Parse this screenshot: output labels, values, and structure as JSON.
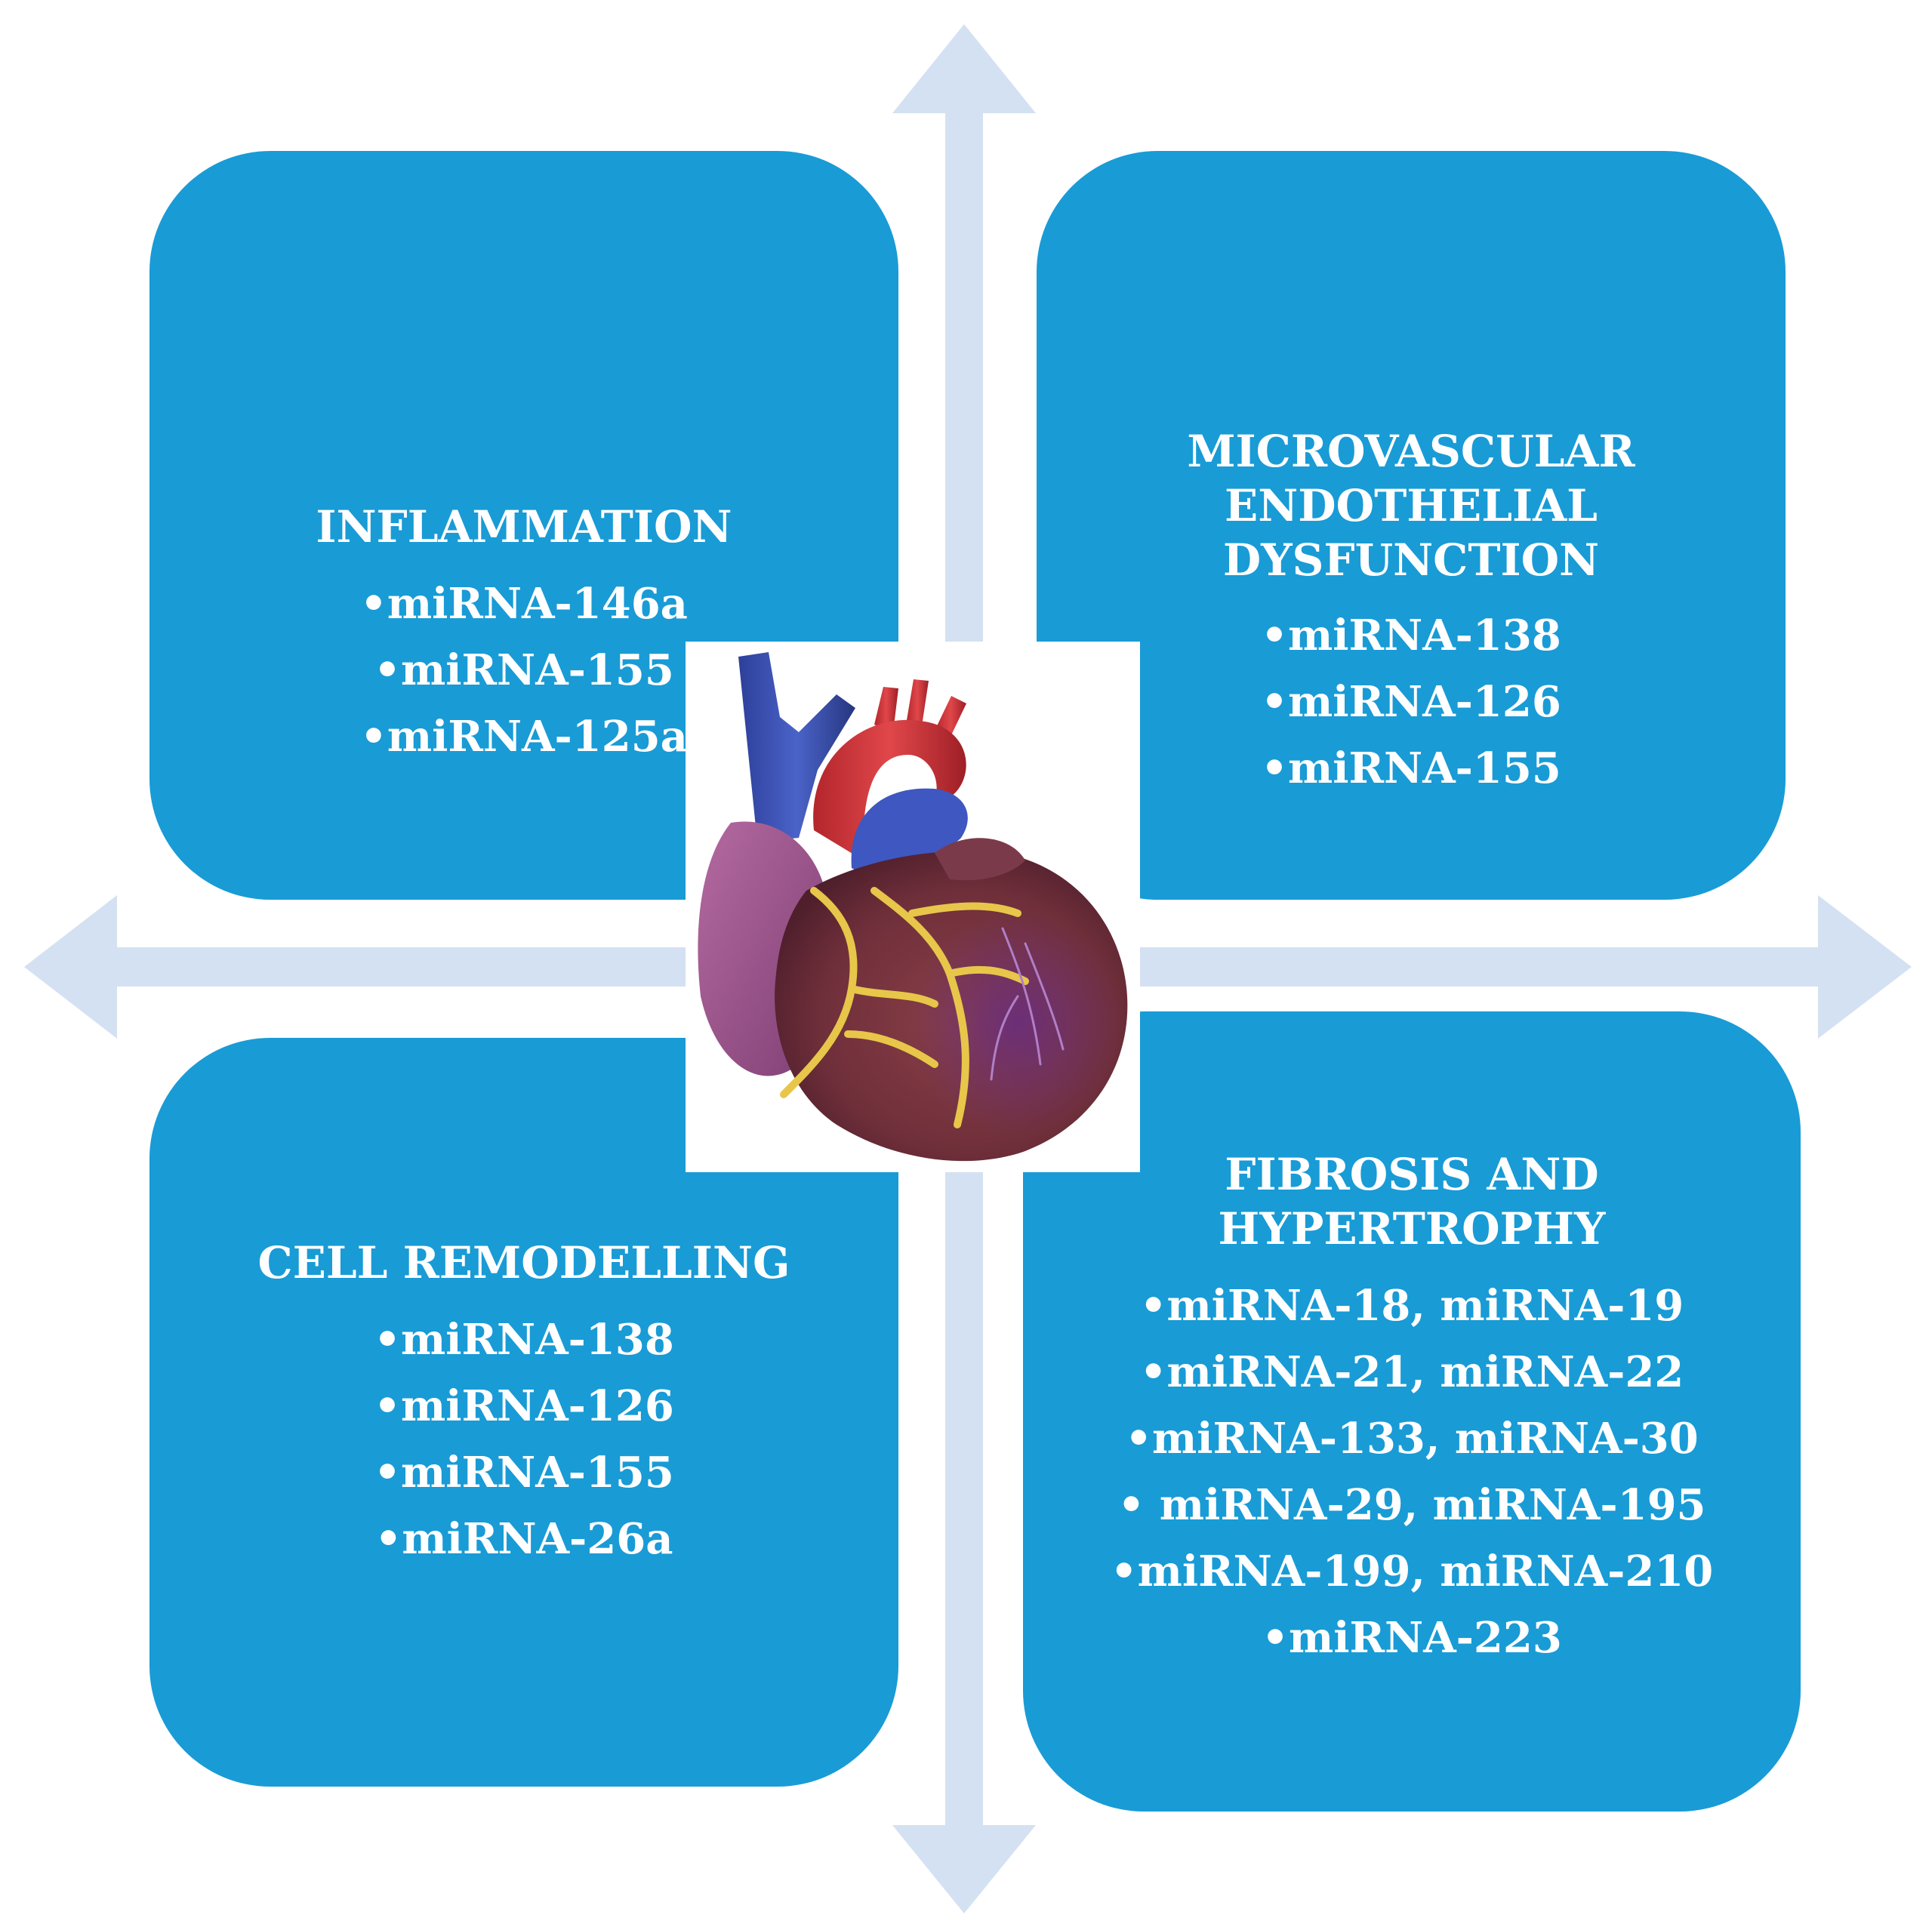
{
  "colors": {
    "box_fill": "#199bd6",
    "arrow_fill": "#d4e1f2",
    "text": "#ffffff"
  },
  "icons": {
    "center_image": "heart-anatomy-icon"
  },
  "boxes": {
    "inflammation": {
      "title": "INFLAMMATION",
      "items": [
        "miRNA-146a",
        "miRNA-155",
        "miRNA-125a"
      ]
    },
    "microvascular": {
      "title_lines": [
        "MICROVASCULAR",
        "ENDOTHELIAL",
        "DYSFUNCTION"
      ],
      "items": [
        "miRNA-138",
        "miRNA-126",
        "miRNA-155"
      ]
    },
    "cell_remodelling": {
      "title": "CELL REMODELLING",
      "items": [
        "miRNA-138",
        "miRNA-126",
        "miRNA-155",
        "miRNA-26a"
      ]
    },
    "fibrosis": {
      "title_lines": [
        "FIBROSIS AND",
        "HYPERTROPHY"
      ],
      "items": [
        "miRNA-18, miRNA-19",
        "miRNA-21, miRNA-22",
        "miRNA-133, miRNA-30",
        " miRNA-29, miRNA-195",
        "miRNA-199, miRNA-210",
        "miRNA-223"
      ]
    }
  }
}
